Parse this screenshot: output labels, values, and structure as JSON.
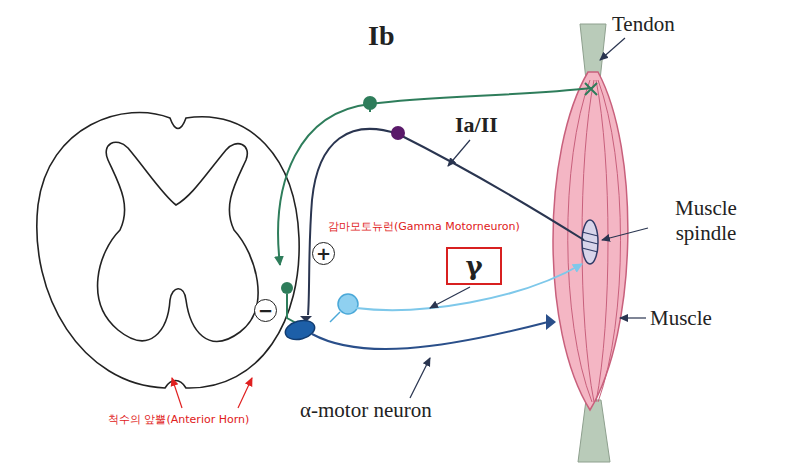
{
  "diagram": {
    "nodes": [
      {
        "text": [
          "γ"
        ]
      },
      {
        "text": [
          "+"
        ]
      },
      {
        "text": [
          "−"
        ]
      }
    ],
    "labels": [
      "Ib",
      "Tendon",
      "Ia/II",
      "감마모토뉴런(Gamma Motorneuron)",
      "Muscle spindle",
      "Muscle",
      "α-motor neuron",
      "척수의 앞뿔(Anterior Horn)"
    ]
  }
}
